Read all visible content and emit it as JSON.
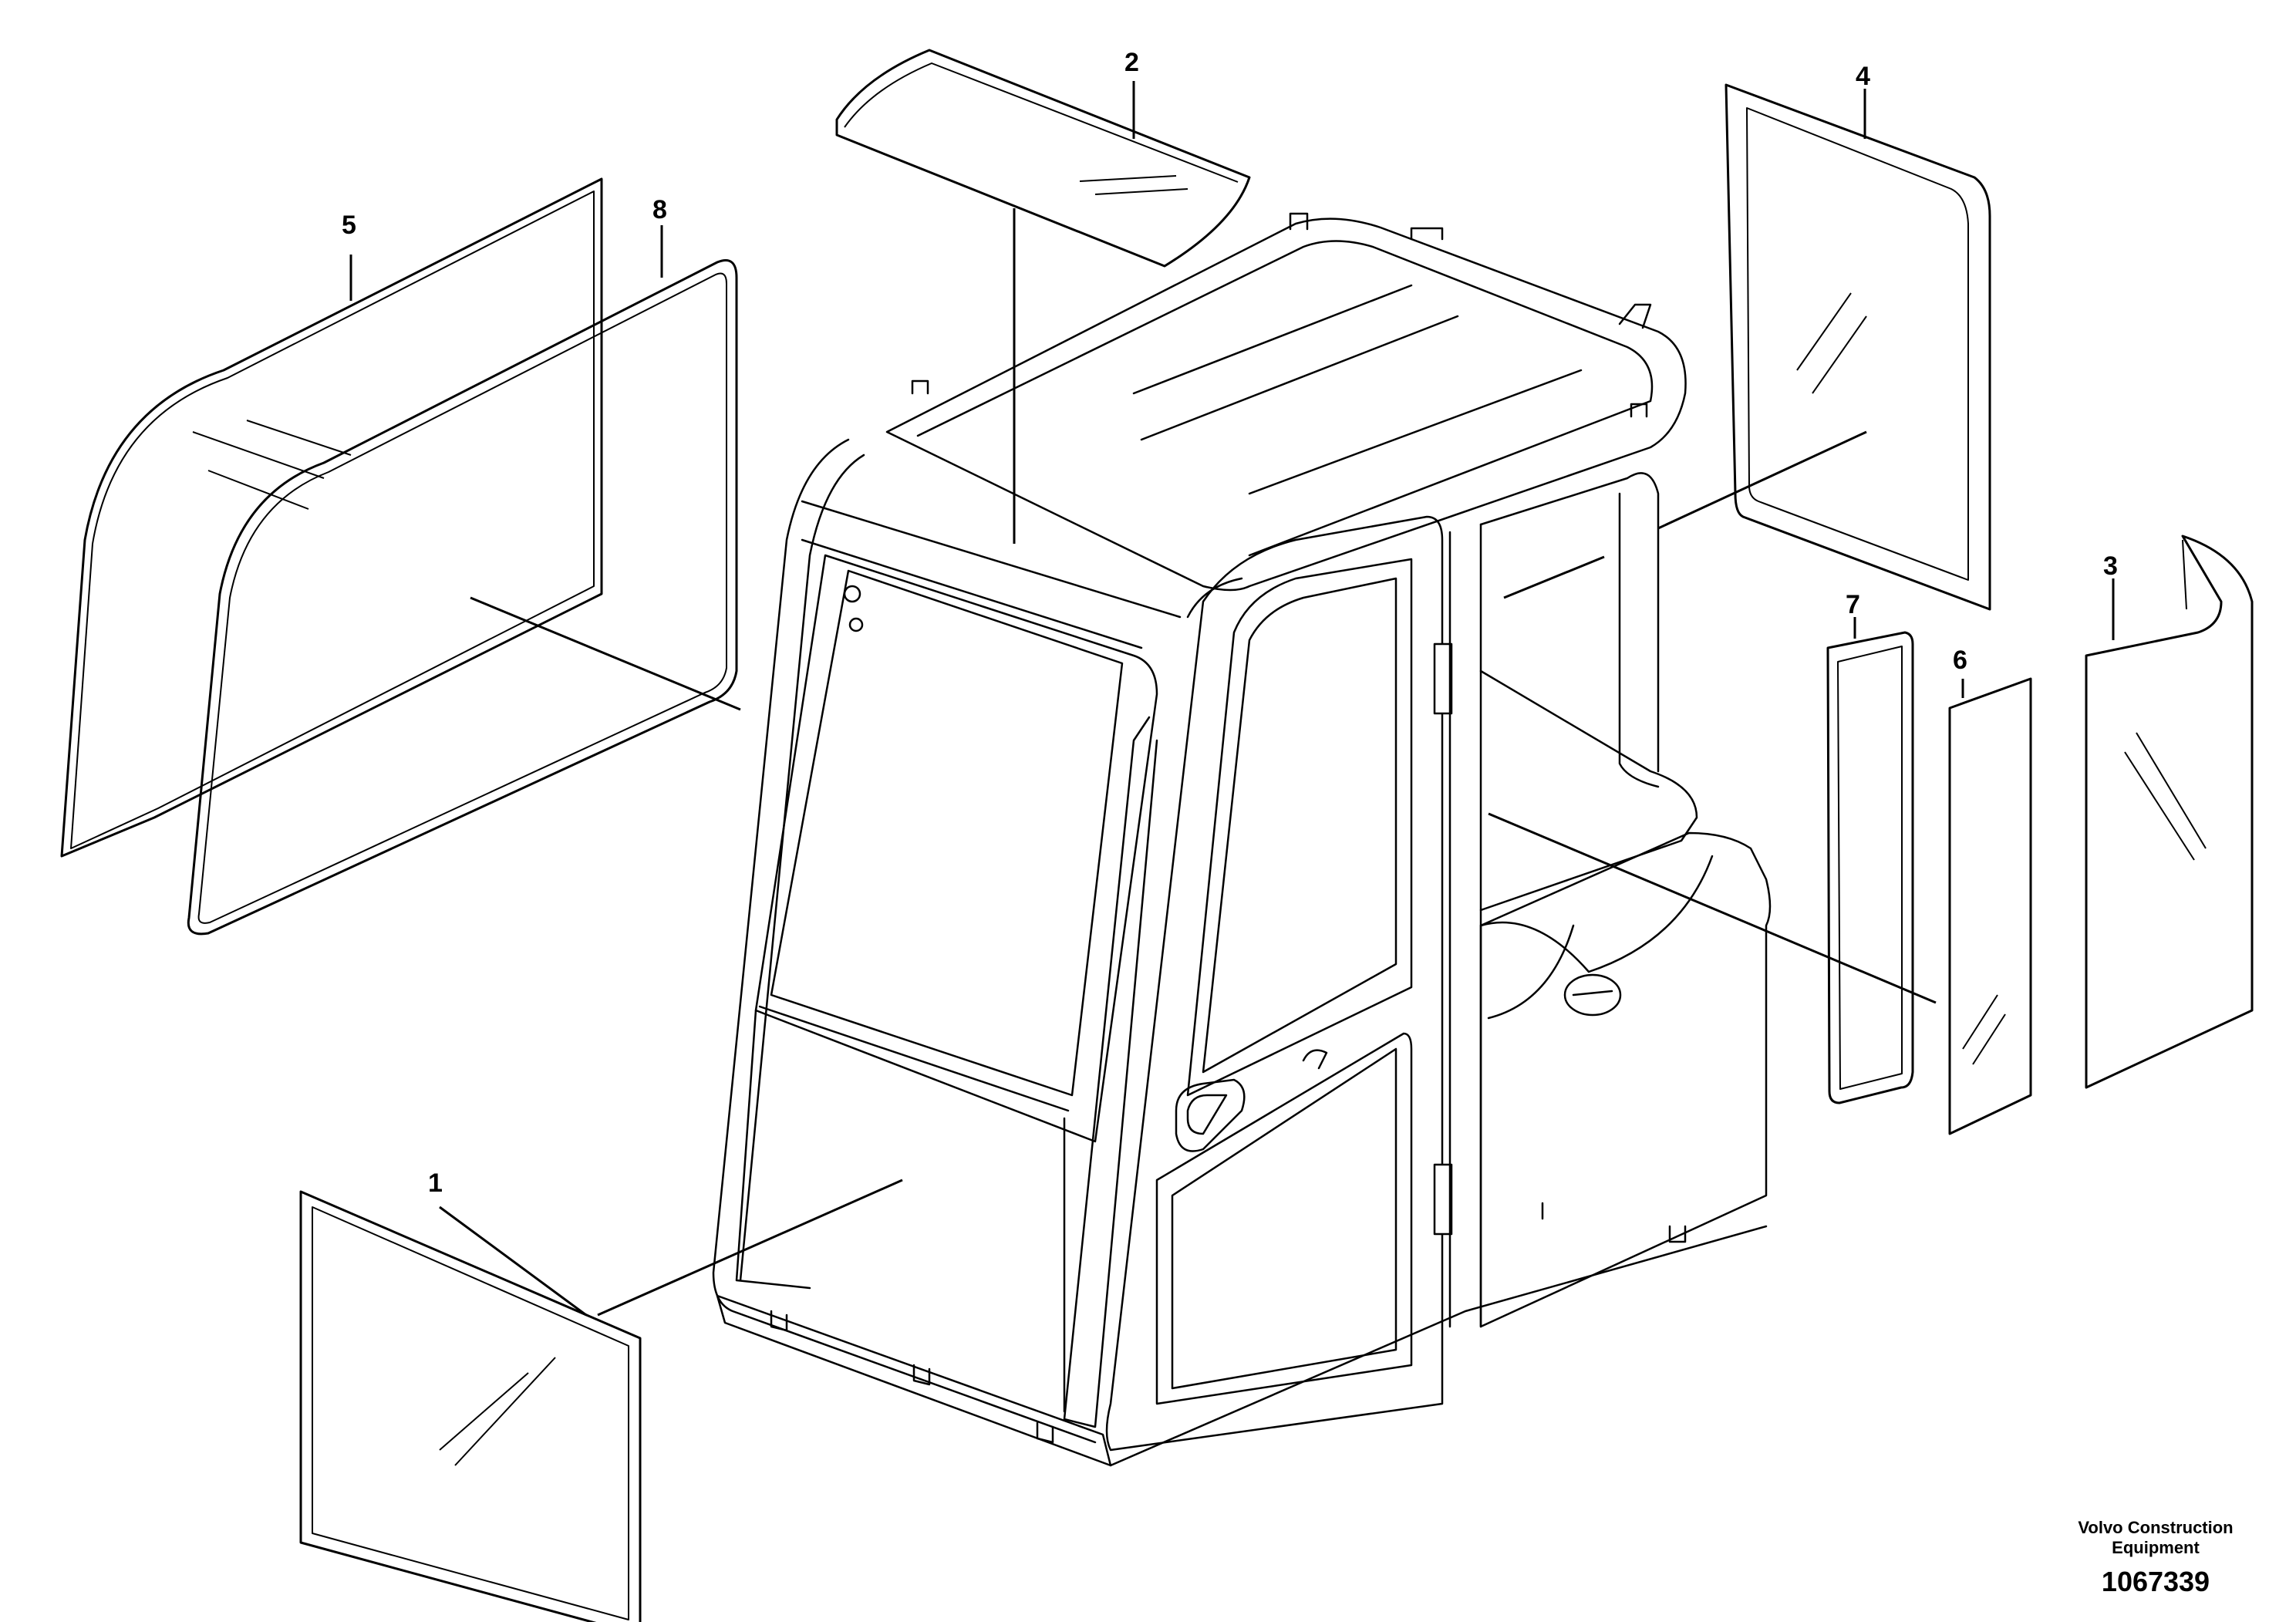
{
  "callouts": {
    "c1": "1",
    "c2": "2",
    "c3": "3",
    "c4": "4",
    "c5": "5",
    "c6": "6",
    "c7": "7",
    "c8": "8"
  },
  "credit": {
    "line1": "Volvo Construction",
    "line2": "Equipment"
  },
  "doc_number": "1067339"
}
